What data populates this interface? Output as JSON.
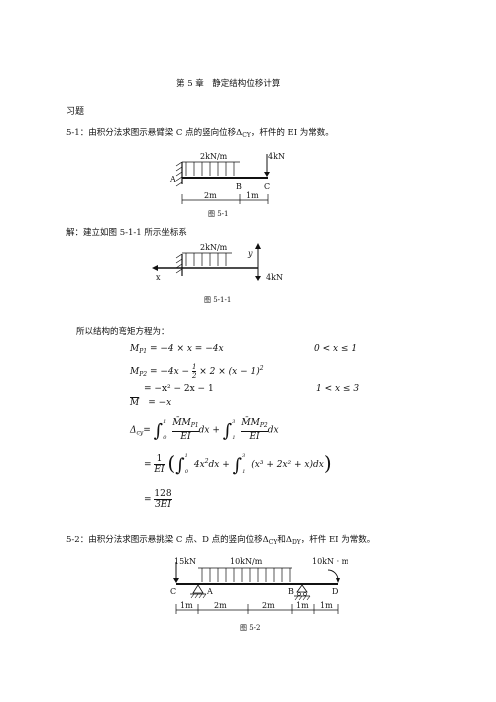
{
  "chapter_title": "第 5 章　静定结构位移计算",
  "section": "习题",
  "p51": {
    "statement": "5-1：由积分法求图示悬臂梁 C 点的竖向位移Δ",
    "statement_sub": "CY",
    "statement_tail": "，杆件的 EI 为常数。",
    "fig": {
      "load_dist": "2kN/m",
      "load_point": "4kN",
      "A": "A",
      "B": "B",
      "C": "C",
      "dim1": "2m",
      "dim2": "1m",
      "caption": "图  5-1"
    },
    "solution_intro": "解：建立如图  5-1-1 所示坐标系",
    "fig2": {
      "load_dist": "2kN/m",
      "axis_y": "y",
      "axis_x": "x",
      "load_point": "4kN",
      "caption": "图  5-1-1"
    },
    "moment_intro": "所以结构的弯矩方程为：",
    "eq1": "M",
    "eq1_sub": "P1",
    "eq1_rhs": " = −4 × x = −4x",
    "eq1_range": "0 < x ≤ 1",
    "eq2_lhs": "M",
    "eq2_sub": "P2",
    "eq2_rhs_a": " = −4x − ",
    "eq2_rhs_b": " × 2 × (x − 1)",
    "eq3": "= −x² − 2x − 1",
    "eq3_range": "1 < x ≤ 3",
    "eq4": "= −x",
    "delta_lhs": "Δ",
    "delta_sub": "cy",
    "delta_eq": "=",
    "int1_lower": "0",
    "int1_upper": "1",
    "int2_lower": "1",
    "int2_upper": "3",
    "frac_num1": "M̄M",
    "frac_num1_sub": "P1",
    "frac_den": "EI",
    "frac_num2": "M̄M",
    "frac_num2_sub": "P2",
    "dx": "dx",
    "plus": "+",
    "eq5_int1": "4x",
    "eq5_int2": "(x³ + 2x² + x)dx",
    "result_num": "128",
    "result_den": "3EI"
  },
  "p52": {
    "statement": "5-2：由积分法求图示悬挑梁 C 点、D 点的竖向位移Δ",
    "sub1": "CY",
    "mid": "和Δ",
    "sub2": "DY",
    "tail": "，杆件 EI 为常数。",
    "fig": {
      "load1": "15kN",
      "load2": "10kN/m",
      "load3": "10kN · m",
      "C": "C",
      "A": "A",
      "B": "B",
      "D": "D",
      "dims": [
        "1m",
        "2m",
        "2m",
        "1m",
        "1m"
      ],
      "caption": "图  5-2"
    }
  }
}
